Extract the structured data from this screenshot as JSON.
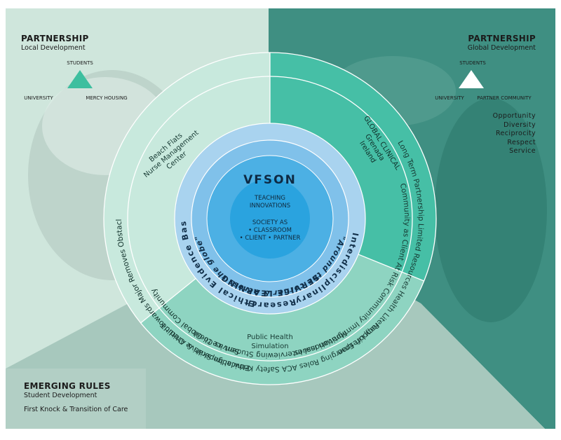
{
  "colors": {
    "left_panel": "#cfe6dc",
    "right_panel": "#3f8f82",
    "bottom_panel": "#a7c8bd",
    "ring_outer_light": "#c8e9dd",
    "ring_teal": "#46bfa6",
    "ring_bottom": "#8ed4c1",
    "blue_outer": "#a9d3ef",
    "blue_mid": "#80c1ea",
    "blue_inner": "#4cb0e4",
    "blue_core": "#2aa3df",
    "triangle_green": "#3dbf9f",
    "triangle_white": "#ffffff"
  },
  "partnership_local": {
    "title": "PARTNERSHIP",
    "subtitle": "Local Development",
    "top": "STUDENTS",
    "left": "UNIVERSITY",
    "right": "MERCY HOUSING"
  },
  "partnership_global": {
    "title": "PARTNERSHIP",
    "subtitle": "Global Development",
    "top": "STUDENTS",
    "left": "UNIVERSITY",
    "right": "PARTNER COMMUNITY",
    "values": [
      "Opportunity",
      "Diversity",
      "Reciprocity",
      "Respect",
      "Service"
    ]
  },
  "emerging_rules": {
    "title": "EMERGING RULES",
    "subtitle": "Student Development",
    "note": "First Knock & Transition of Care"
  },
  "outer_ring_local": {
    "outer_line": "Long Term Partnership    Limited Resources    Health Literacy    Lifespan",
    "inner_line": "Community as Client    At Risk Community    Immigration Issues"
  },
  "outer_ring_global": {
    "outer_line": "Ethical Imperative    Credit Towards Major    Removes Obstacles",
    "inner_line": "Service to Global Community"
  },
  "outer_ring_bottom": {
    "outer_line": "Rapport    Emerging Roles    ACA    Safety    Knowledge Skills & Attitude",
    "inner_line": "Motivational Interviewing    Student as Client"
  },
  "middle_local": [
    "Beach Flats",
    "Nurse Management",
    "Center"
  ],
  "middle_global": [
    "GLOBAL CLINICAL",
    "Grenada",
    "Ireland"
  ],
  "middle_bottom": [
    "Public Health",
    "Simulation"
  ],
  "blue_ring": {
    "left": "Interdisciplinary",
    "right": "Ethical Evidence Based",
    "bottom": "Research"
  },
  "service_learning": "SERVICE LEARNING",
  "tagline": "\"Around the corner & across the globe\"",
  "core": {
    "title": "VFSON",
    "line1": "TEACHING",
    "line2": "INNOVATIONS",
    "line3": "SOCIETY AS",
    "line4": "• CLASSROOM",
    "line5": "• CLIENT  • PARTNER"
  }
}
